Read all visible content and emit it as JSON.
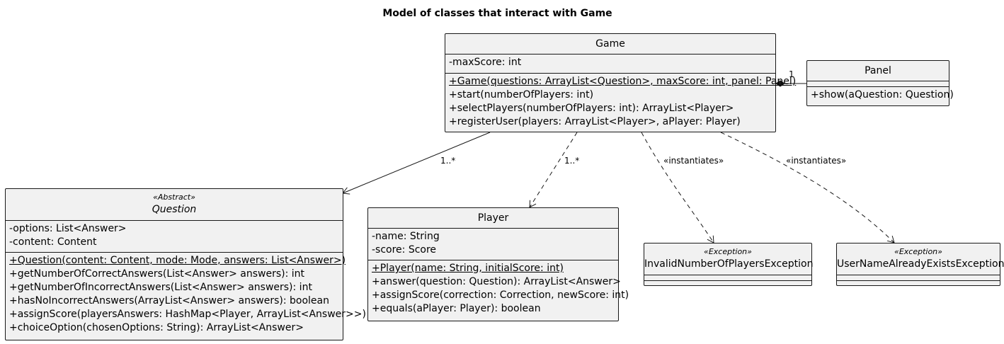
{
  "title": "Model of classes that interact with Game",
  "classes": {
    "game": {
      "name": "Game",
      "attributes": [
        "-maxScore: int"
      ],
      "constructor": "+Game(questions: ArrayList<Question>, maxScore: int, panel: Panel)",
      "methods": [
        "+start(numberOfPlayers: int)",
        "+selectPlayers(numberOfPlayers: int): ArrayList<Player>",
        "+registerUser(players: ArrayList<Player>, aPlayer: Player)"
      ]
    },
    "panel": {
      "name": "Panel",
      "methods": [
        "+show(aQuestion: Question)"
      ]
    },
    "question": {
      "stereotype": "«Abstract»",
      "name": "Question",
      "attributes": [
        "-options: List<Answer>",
        "-content: Content"
      ],
      "constructor": "+Question(content: Content, mode: Mode, answers: List<Answer>)",
      "methods": [
        "+getNumberOfCorrectAnswers(List<Answer> answers): int",
        "+getNumberOfIncorrectAnswers(List<Answer> answers): int",
        "+hasNoIncorrectAnswers(ArrayList<Answer> answers): boolean",
        "+assignScore(playersAnswers: HashMap<Player, ArrayList<Answer>>)",
        "+choiceOption(chosenOptions: String): ArrayList<Answer>"
      ]
    },
    "player": {
      "name": "Player",
      "attributes": [
        "-name: String",
        "-score: Score"
      ],
      "constructor": "+Player(name: String, initialScore: int)",
      "methods": [
        "+answer(question: Question): ArrayList<Answer>",
        "+assignScore(correction: Correction, newScore: int)",
        "+equals(aPlayer: Player): boolean"
      ]
    },
    "invalid": {
      "stereotype": "«Exception»",
      "name": "InvalidNumberOfPlayersException"
    },
    "username": {
      "stereotype": "«Exception»",
      "name": "UserNameAlreadyExistsException"
    }
  },
  "relations": {
    "game_panel_multiplicity": "1",
    "game_question_multiplicity": "1..*",
    "game_player_multiplicity": "1..*",
    "game_invalid_label": "«instantiates»",
    "game_username_label": "«instantiates»"
  }
}
